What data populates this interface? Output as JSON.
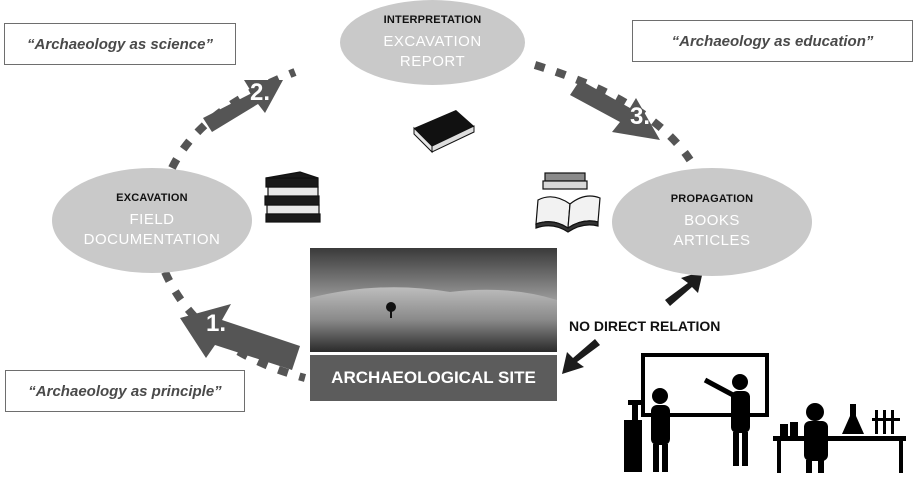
{
  "quotes": {
    "science": "“Archaeology as science”",
    "education": "“Archaeology as education”",
    "principle": "“Archaeology as principle”"
  },
  "nodes": {
    "interpretation": {
      "heading": "INTERPRETATION",
      "line1": "EXCAVATION",
      "line2": "REPORT"
    },
    "excavation": {
      "heading": "EXCAVATION",
      "line1": "FIELD",
      "line2": "DOCUMENTATION"
    },
    "propagation": {
      "heading": "PROPAGATION",
      "line1": "BOOKS",
      "line2": "ARTICLES"
    }
  },
  "site_label": "ARCHAEOLOGICAL SITE",
  "relation_label": "NO DIRECT RELATION",
  "steps": [
    "1.",
    "2.",
    "3."
  ],
  "icons": [
    "book-stack-icon",
    "closed-book-icon",
    "open-book-icon",
    "landscape-photo",
    "classroom-pictogram"
  ],
  "colors": {
    "ellipse": "#c9c9c9",
    "arrow": "#555555",
    "banner": "#5c5c5c"
  }
}
